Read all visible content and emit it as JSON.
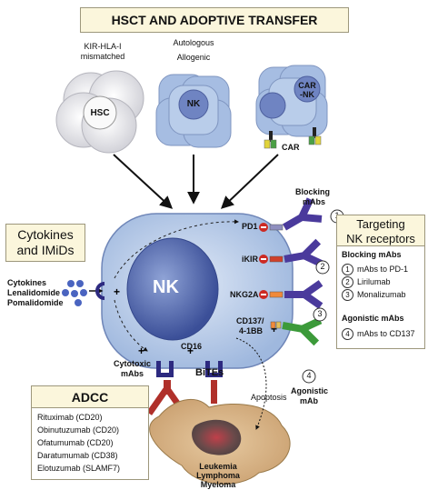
{
  "header": {
    "title": "HSCT AND ADOPTIVE TRANSFER"
  },
  "top": {
    "kir_label_1": "KIR-HLA-I",
    "kir_label_2": "mismatched",
    "hsc_label": "HSC",
    "auto_label": "Autologous",
    "allo_label": "Allogenic",
    "nk_small": "NK",
    "car_nk_1": "CAR",
    "car_nk_2": "-NK",
    "car_label": "CAR"
  },
  "cytokines_box": {
    "title_1": "Cytokines",
    "title_2": "and IMiDs"
  },
  "cytokines_list": [
    "Cytokines",
    "Lenalidomide",
    "Pomalidomide"
  ],
  "nk_cell": {
    "label": "NK",
    "receptors": [
      "PD1",
      "iKIR",
      "NKG2A",
      "CD137/",
      "4-1BB",
      "CD16"
    ]
  },
  "blocking": {
    "label_1": "Blocking",
    "label_2": "mAbs"
  },
  "antibody_numbers": [
    "1",
    "2",
    "3",
    "4"
  ],
  "agonistic": {
    "label_1": "Agonistic",
    "label_2": "mAb"
  },
  "targeting_box": {
    "title_1": "Targeting",
    "title_2": "NK receptors",
    "blocking_heading": "Blocking mAbs",
    "blocking_items": [
      {
        "num": "1",
        "text": "mAbs to PD-1"
      },
      {
        "num": "2",
        "text": "Lirilumab"
      },
      {
        "num": "3",
        "text": "Monalizumab"
      }
    ],
    "agonistic_heading": "Agonistic mAbs",
    "agonistic_items": [
      {
        "num": "4",
        "text": "mAbs to CD137"
      }
    ]
  },
  "cytotoxic": {
    "label_1": "Cytotoxic",
    "label_2": "mAbs"
  },
  "bites": "BiTEs",
  "apoptosis": "Apoptosis",
  "adcc": {
    "title": "ADCC",
    "items": [
      "Rituximab (CD20)",
      "Obinutuzumab (CD20)",
      "Ofatumumab (CD20)",
      "Daratumumab (CD38)",
      "Elotuzumab (SLAMF7)"
    ]
  },
  "tumor": {
    "lines": [
      "Leukemia",
      "Lymphoma",
      "Myeloma"
    ]
  },
  "colors": {
    "box_fill": "#fbf6dc",
    "nk_cell": "#b9cdea",
    "nk_nucleus": "#5a6fb0",
    "antibody_purple": "#4a3a9c",
    "antibody_red": "#b0302a",
    "antibody_green": "#3c9a3a",
    "tumor": "#d9b98a"
  },
  "icons": [
    "plus-icon",
    "minus-icon",
    "arrow-icon",
    "antibody-icon"
  ]
}
